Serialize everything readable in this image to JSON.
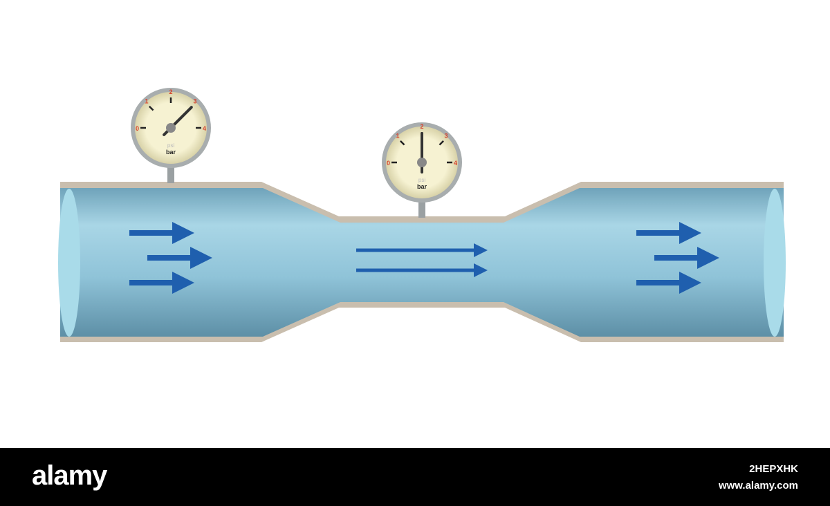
{
  "gauges": [
    {
      "unit_primary": "bar",
      "unit_secondary": "psi",
      "ticks": [
        "0",
        "1",
        "2",
        "3",
        "4"
      ],
      "reading": 3
    },
    {
      "unit_primary": "bar",
      "unit_secondary": "psi",
      "ticks": [
        "0",
        "1",
        "2",
        "3",
        "4"
      ],
      "reading": 2
    }
  ],
  "colors": {
    "pipe": "#8fc3d8",
    "wall": "#c9beae",
    "arrow": "#1f5fae",
    "face": "#f3efcc",
    "tick_label": "#d8402a"
  },
  "footer": {
    "logo": "alamy",
    "image_code": "2HEPXHK",
    "url": "www.alamy.com"
  }
}
